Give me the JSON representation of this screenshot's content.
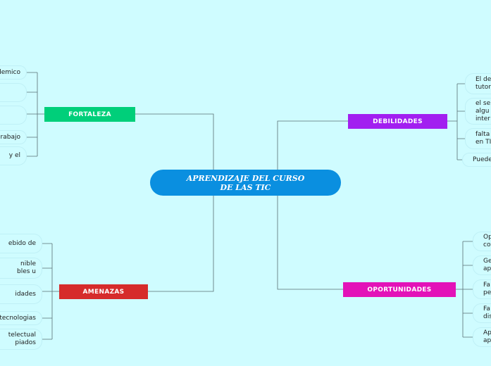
{
  "central": {
    "title": "APRENDIZAJE   DEL CURSO\nDE   LAS   TIC"
  },
  "branches": {
    "fortaleza": {
      "label": "FORTALEZA",
      "items": [
        "demico",
        "",
        "",
        "rabajo",
        "y el"
      ]
    },
    "debilidades": {
      "label": "DEBILIDADES",
      "items": [
        "El de\ntutor",
        "el se\nalgu\ninter",
        "falta\nen TI",
        "Puede"
      ]
    },
    "amenazas": {
      "label": "AMENAZAS",
      "items": [
        "ebido de",
        "nible\nbles u",
        "idades",
        "tecnologias",
        "telectual\npiados"
      ]
    },
    "oportunidades": {
      "label": "OPORTUNIDADES",
      "items": [
        "Op\nco",
        "Ge\nap",
        "Fa\npe",
        "Fa\ndis",
        "Ap\nap"
      ]
    }
  },
  "colors": {
    "background": "#cffcff",
    "central": "#0a8fe0",
    "fortaleza": "#00cf7a",
    "debilidades": "#a21ff0",
    "amenazas": "#d62b2b",
    "oportunidades": "#e312b8",
    "connector": "#5a6f74"
  }
}
